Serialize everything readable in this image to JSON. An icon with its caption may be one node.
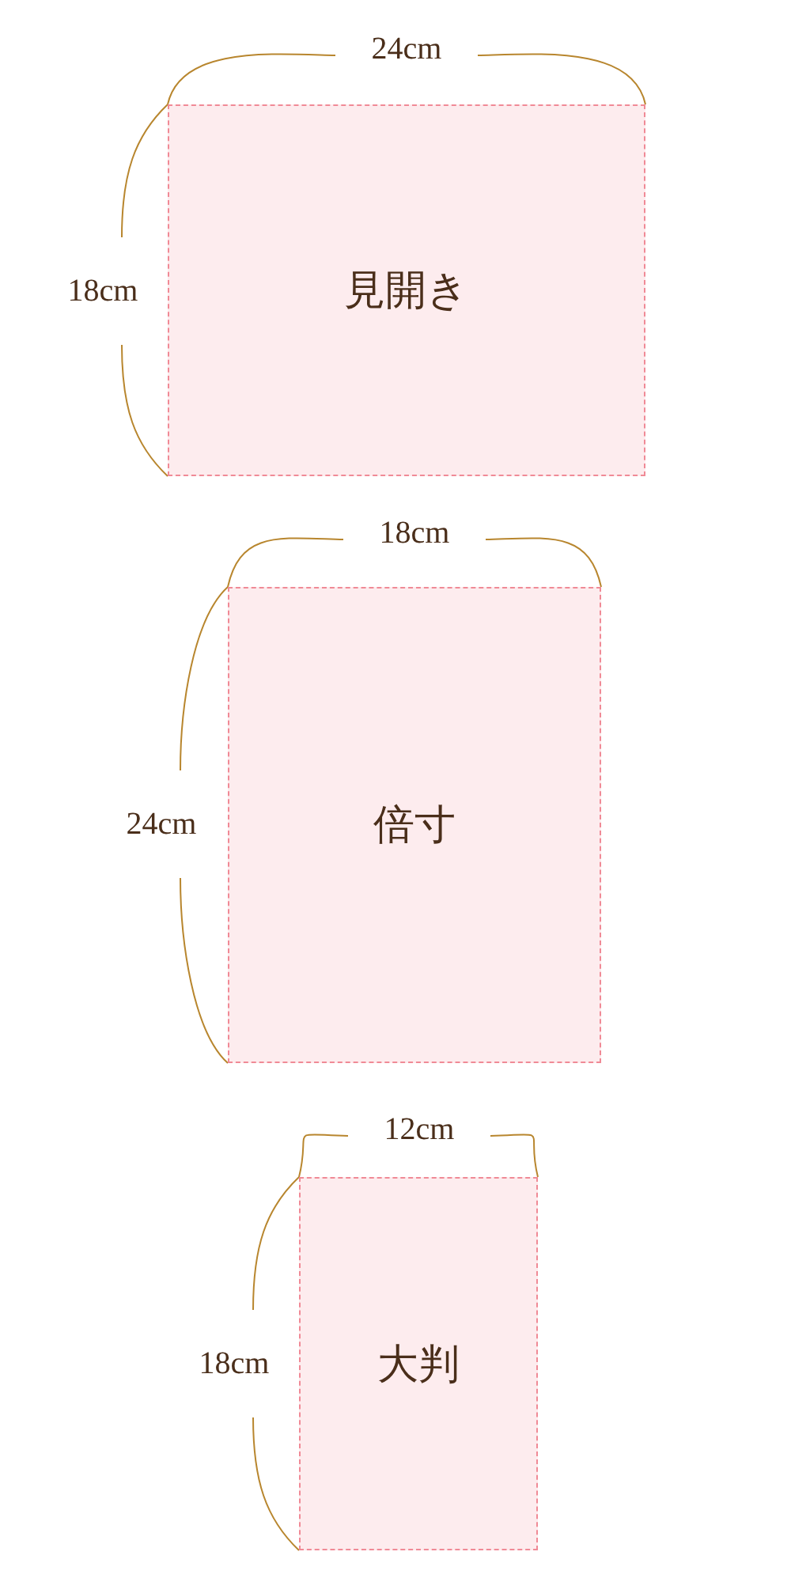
{
  "diagram": {
    "nodes": [
      {
        "text": [
          "見開き"
        ]
      },
      {
        "text": [
          "倍寸"
        ]
      },
      {
        "text": [
          "大判"
        ]
      }
    ],
    "labels": [
      "24cm",
      "18cm",
      "18cm",
      "24cm",
      "12cm",
      "18cm"
    ]
  }
}
